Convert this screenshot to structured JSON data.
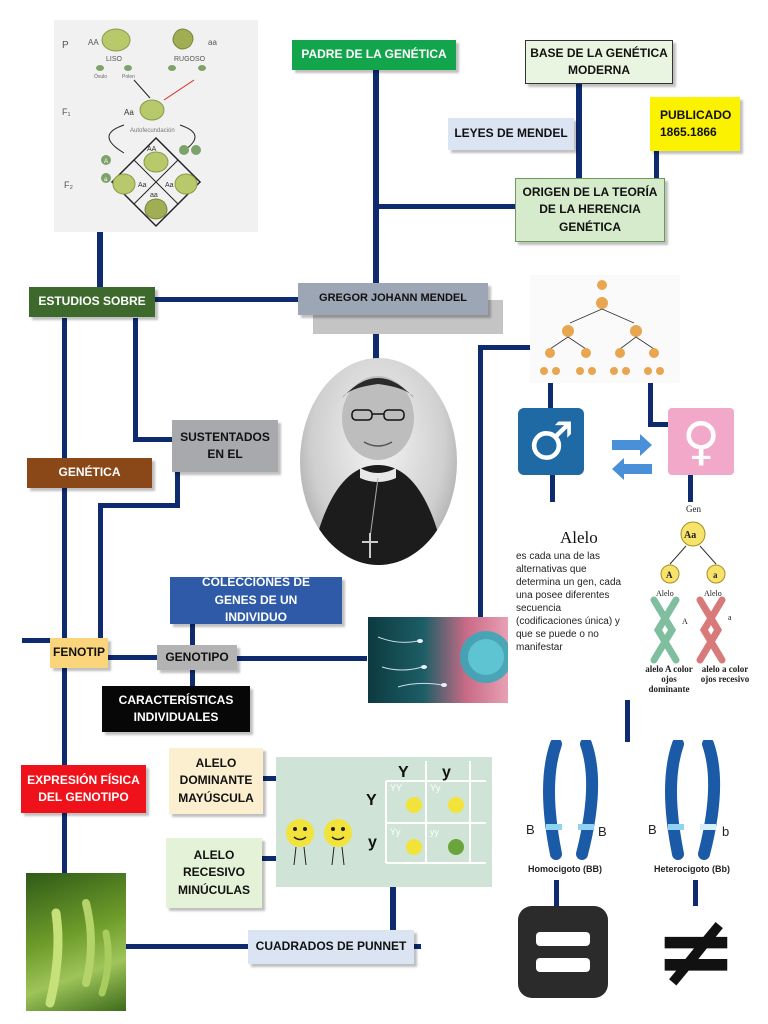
{
  "colors": {
    "line": "#0d2b6e",
    "male": "#1f6aa5",
    "female": "#f2a9c9",
    "arrow": "#4a90d9"
  },
  "boxes": {
    "padre": "PADRE DE LA GENÉTICA",
    "base": "BASE DE LA GENÉTICA MODERNA",
    "leyes": "LEYES DE MENDEL",
    "publicado": "PUBLICADO 1865.1866",
    "origen": "ORIGEN DE LA TEORÍA DE LA HERENCIA GENÉTICA",
    "estudios": "ESTUDIOS SOBRE",
    "mendel": "GREGOR JOHANN MENDEL",
    "genetica": "GENÉTICA",
    "sustentados": "SUSTENTADOS EN EL",
    "colecciones": "COLECCIONES DE GENES DE UN INDIVIDUO",
    "fenotip": "FENOTIP",
    "genotipo": "GENOTIPO",
    "caracteristicas": "CARACTERÍSTICAS INDIVIDUALES",
    "expresion": "EXPRESIÓN FÍSICA DEL GENOTIPO",
    "dominante": "ALELO DOMINANTE MAYÚSCULA",
    "recesivo": "ALELO RECESIVO MINÚCULAS",
    "punnet": "CUADRADOS DE PUNNET"
  },
  "pea_cross": {
    "p": "P",
    "AA": "AA",
    "aa": "aa",
    "liso": "LISO",
    "rugoso": "RUGOSO",
    "ovulo": "Óvulo",
    "polen": "Polen",
    "f1": "F₁",
    "Aa": "Aa",
    "autofecundacion": "Autofecundación",
    "f2": "F₂",
    "g_A": "A",
    "g_a": "a"
  },
  "alelo": {
    "title": "Alelo",
    "text": "es cada una de las alternativas que determina un gen, cada una posee diferentes secuencia (codificaciones única) y que se puede o no manifestar"
  },
  "gene": {
    "gen": "Gen",
    "Aa": "Aa",
    "A": "A",
    "a": "a",
    "alelo1": "Alelo",
    "alelo2": "Alelo",
    "cap1": "alelo A color ojos dominante",
    "cap2": "alelo a color ojos recesivo"
  },
  "punnett": {
    "Y1": "Y",
    "y1": "y",
    "Y2": "Y",
    "y2": "y",
    "c1": "YY",
    "c2": "Yy",
    "c3": "Yy",
    "c4": "yy"
  },
  "chromo": {
    "B1": "B",
    "B2": "B",
    "B3": "B",
    "b": "b",
    "homo": "Homocigoto (BB)",
    "hetero": "Heterocigoto (Bb)"
  },
  "symbols": {
    "equal_icon": "equals-sign",
    "not_equal": "≠",
    "male": "♂",
    "female": "♀"
  }
}
